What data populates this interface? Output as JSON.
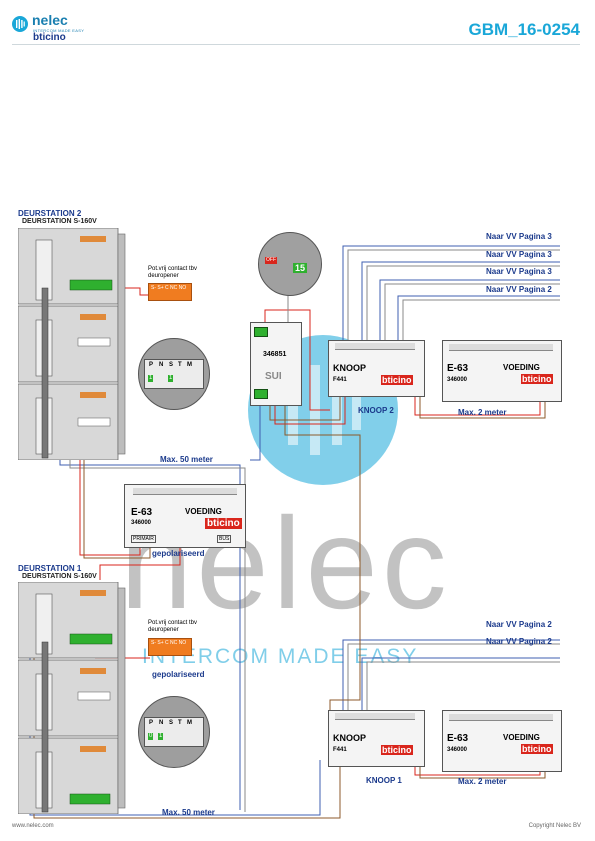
{
  "header": {
    "brand": "nelec",
    "brand_tagline": "INTERCOM MADE EASY",
    "brand2": "bticino",
    "doc_code": "GBM_16-0254"
  },
  "station2": {
    "title": "DEURSTATION 2",
    "subtitle": "DEURSTATION S-160V",
    "contact_label": "Pot.vrij contact tbv deuropener",
    "contact_terminals": "S- S+ C NC NO",
    "dip_labels": [
      "P",
      "N",
      "S",
      "T",
      "M"
    ],
    "dip_values": [
      "1",
      "1"
    ],
    "polarised": "gepolariseerd"
  },
  "station1": {
    "title": "DEURSTATION 1",
    "subtitle": "DEURSTATION S-160V",
    "contact_label": "Pot.vrij contact tbv deuropener",
    "contact_terminals": "S- S+ C NC NO",
    "dip_labels": [
      "P",
      "N",
      "S",
      "T",
      "M"
    ],
    "dip_values": [
      "0",
      "1"
    ],
    "polarised": "gepolariseerd"
  },
  "center_psu": {
    "model": "E-63",
    "label": "VOEDING",
    "code": "346000",
    "primair": "PRIMAIR",
    "bus": "BUS",
    "brand": "bticino"
  },
  "interface": {
    "code": "346851",
    "sui": "SUI",
    "jumper_value": "15",
    "off_label": "OFF"
  },
  "knoop2": {
    "title": "KNOOP",
    "model": "F441",
    "caption": "KNOOP 2",
    "brand": "bticino",
    "outputs": [
      "Naar VV Pagina 3",
      "Naar VV Pagina 3",
      "Naar VV Pagina 3",
      "Naar VV Pagina 2"
    ],
    "psu_model": "E-63",
    "psu_label": "VOEDING",
    "psu_code": "346000",
    "max_label": "Max. 2 meter"
  },
  "knoop1": {
    "title": "KNOOP",
    "model": "F441",
    "caption": "KNOOP 1",
    "brand": "bticino",
    "outputs": [
      "Naar VV Pagina 2",
      "Naar VV Pagina 2"
    ],
    "psu_model": "E-63",
    "psu_label": "VOEDING",
    "psu_code": "346000",
    "max_label": "Max. 2 meter"
  },
  "cable_labels": {
    "upper": "Max. 50 meter",
    "lower": "Max. 50 meter"
  },
  "watermark": {
    "word": "nelec",
    "tagline": "INTERCOM MADE EASY"
  },
  "footer": {
    "url": "www.nelec.com",
    "copyright": "Copyright Nelec BV"
  },
  "colors": {
    "brand_blue": "#1aa7d8",
    "wire_red": "#d9261c",
    "wire_blue": "#3f5fb0",
    "wire_brown": "#8c5a2b",
    "wire_gray": "#8a8a8a",
    "terminal_green": "#2fb02f",
    "contact_orange": "#f07c20"
  }
}
